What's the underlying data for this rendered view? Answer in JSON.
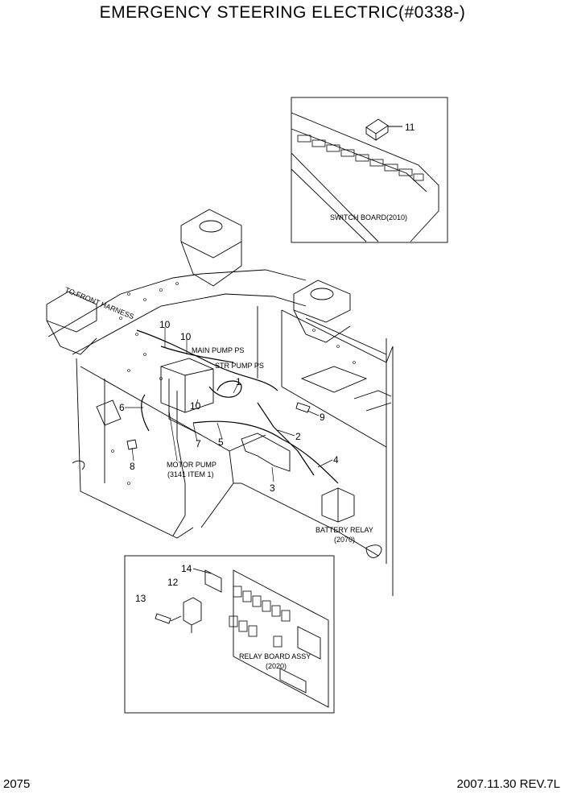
{
  "header": {
    "title": "EMERGENCY STEERING ELECTRIC(#0338-)"
  },
  "footer": {
    "page_number": "2075",
    "date_rev": "2007.11.30  REV.7L"
  },
  "labels": {
    "front_harness": "TO:FRONT HARNESS",
    "main_pump_ps": "MAIN PUMP PS",
    "str_pump_ps": "STR PUMP PS",
    "motor_pump_1": "MOTOR PUMP",
    "motor_pump_2": "(3141 ITEM 1)",
    "switch_board": "SWITCH BOARD(2010)",
    "battery_relay_1": "BATTERY RELAY",
    "battery_relay_2": "(2070)",
    "relay_board_1": "RELAY BOARD ASSY",
    "relay_board_2": "(2020)"
  },
  "callouts": {
    "c1": "1",
    "c2": "2",
    "c3": "3",
    "c4": "4",
    "c5": "5",
    "c6": "6",
    "c7": "7",
    "c8": "8",
    "c9": "9",
    "c10a": "10",
    "c10b": "10",
    "c10c": "10",
    "c11": "11",
    "c12": "12",
    "c13": "13",
    "c14": "14"
  }
}
